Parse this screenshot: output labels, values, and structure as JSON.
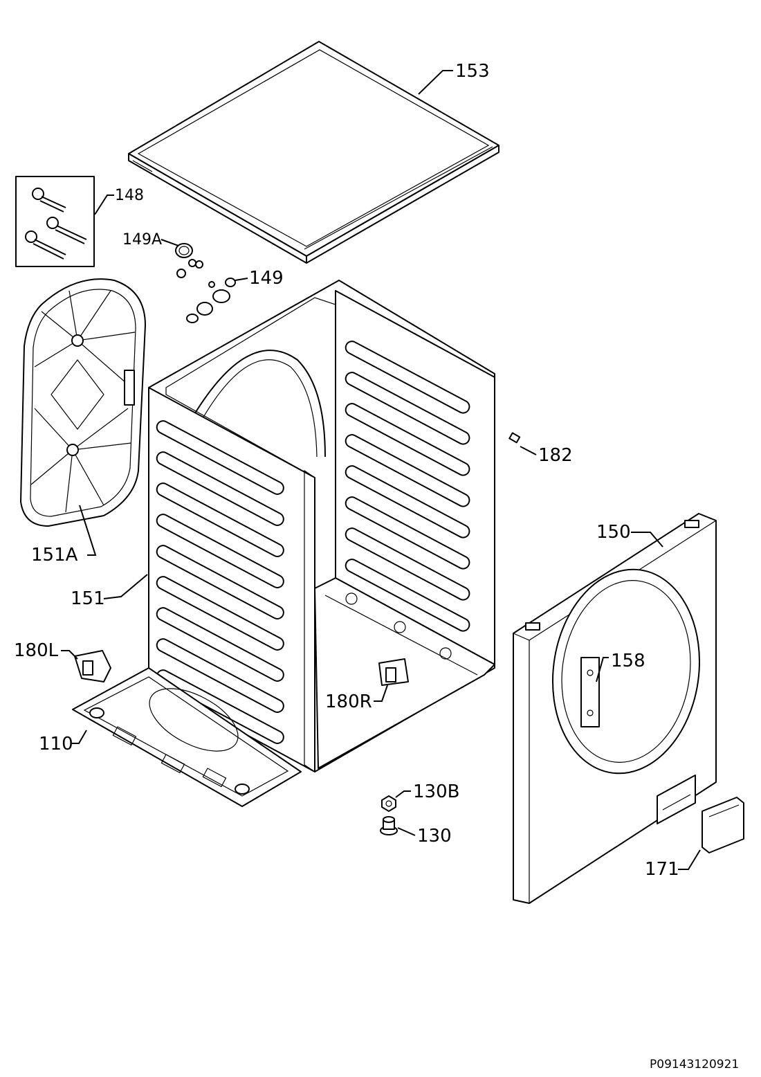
{
  "diagram": {
    "drawing_code": "P09143120921",
    "parts": [
      {
        "id": "153",
        "label": "153"
      },
      {
        "id": "148",
        "label": "148"
      },
      {
        "id": "149A",
        "label": "149A"
      },
      {
        "id": "149",
        "label": "149"
      },
      {
        "id": "182",
        "label": "182"
      },
      {
        "id": "150",
        "label": "150"
      },
      {
        "id": "151A",
        "label": "151A"
      },
      {
        "id": "151",
        "label": "151"
      },
      {
        "id": "158",
        "label": "158"
      },
      {
        "id": "180L",
        "label": "180L"
      },
      {
        "id": "180R",
        "label": "180R"
      },
      {
        "id": "110",
        "label": "110"
      },
      {
        "id": "130B",
        "label": "130B"
      },
      {
        "id": "130",
        "label": "130"
      },
      {
        "id": "171",
        "label": "171"
      }
    ]
  }
}
